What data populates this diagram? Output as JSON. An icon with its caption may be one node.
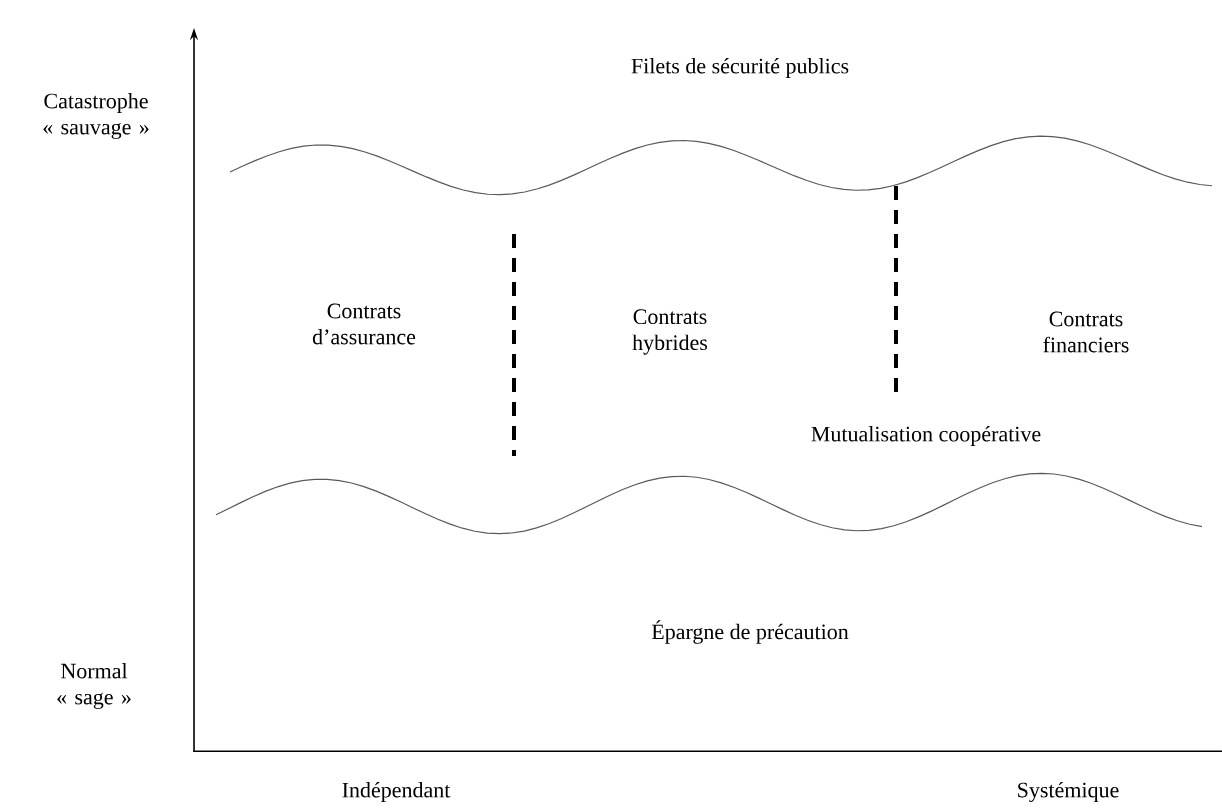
{
  "diagram": {
    "labels": [
      "Catastrophe « sauvage »",
      "Filets de sécurité publics",
      "Contrats d’assurance",
      "Contrats hybrides",
      "Contrats financiers",
      "Mutualisation coopérative",
      "Épargne de précaution",
      "Normal « sage »",
      "Indépendant",
      "Systémique"
    ]
  }
}
